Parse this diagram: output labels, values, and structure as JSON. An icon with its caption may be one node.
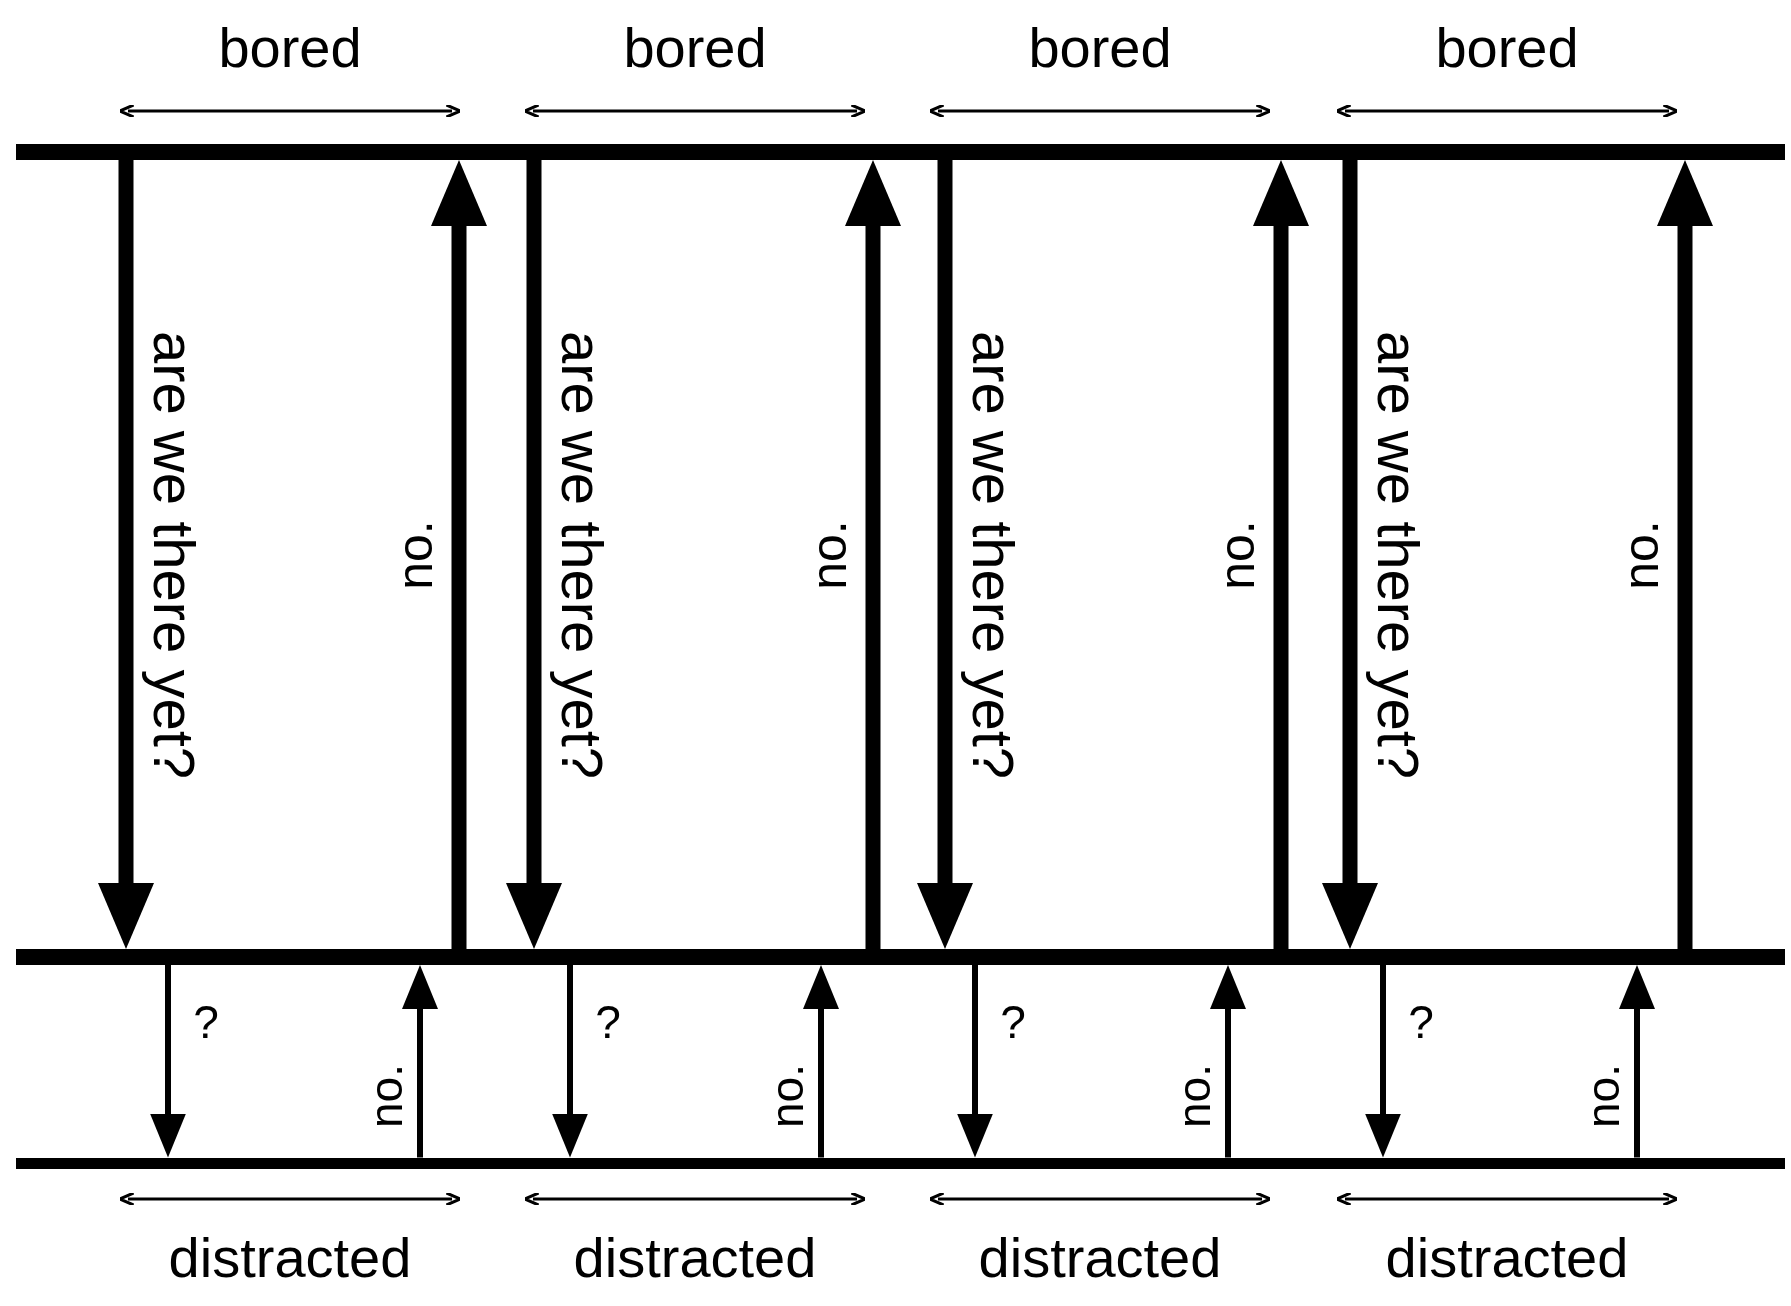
{
  "diagram": {
    "nodes": [
      {
        "text": [],
        "shape": "bar"
      },
      {
        "text": [],
        "shape": "bar"
      },
      {
        "text": [],
        "shape": "bar"
      }
    ],
    "edges": [
      {
        "from": 0,
        "to": 1,
        "arrow": "to",
        "label": "are we there yet?",
        "style": "thick"
      },
      {
        "from": 1,
        "to": 0,
        "arrow": "to",
        "label": "no.",
        "style": "thick"
      },
      {
        "from": 1,
        "to": 2,
        "arrow": "to",
        "label": "?"
      },
      {
        "from": 2,
        "to": 1,
        "arrow": "to",
        "label": "no."
      },
      {
        "from": 0,
        "to": 1,
        "arrow": "to",
        "label": "are we there yet?",
        "style": "thick"
      },
      {
        "from": 1,
        "to": 0,
        "arrow": "to",
        "label": "no.",
        "style": "thick"
      },
      {
        "from": 1,
        "to": 2,
        "arrow": "to",
        "label": "?"
      },
      {
        "from": 2,
        "to": 1,
        "arrow": "to",
        "label": "no."
      },
      {
        "from": 0,
        "to": 1,
        "arrow": "to",
        "label": "are we there yet?",
        "style": "thick"
      },
      {
        "from": 1,
        "to": 0,
        "arrow": "to",
        "label": "no.",
        "style": "thick"
      },
      {
        "from": 1,
        "to": 2,
        "arrow": "to",
        "label": "?"
      },
      {
        "from": 2,
        "to": 1,
        "arrow": "to",
        "label": "no."
      },
      {
        "from": 0,
        "to": 1,
        "arrow": "to",
        "label": "are we there yet?",
        "style": "thick"
      },
      {
        "from": 1,
        "to": 0,
        "arrow": "to",
        "label": "no.",
        "style": "thick"
      },
      {
        "from": 1,
        "to": 2,
        "arrow": "to",
        "label": "?"
      },
      {
        "from": 2,
        "to": 1,
        "arrow": "to",
        "label": "no."
      }
    ],
    "labels": [
      "bored",
      "bored",
      "bored",
      "bored",
      "distracted",
      "distracted",
      "distracted",
      "distracted"
    ]
  }
}
